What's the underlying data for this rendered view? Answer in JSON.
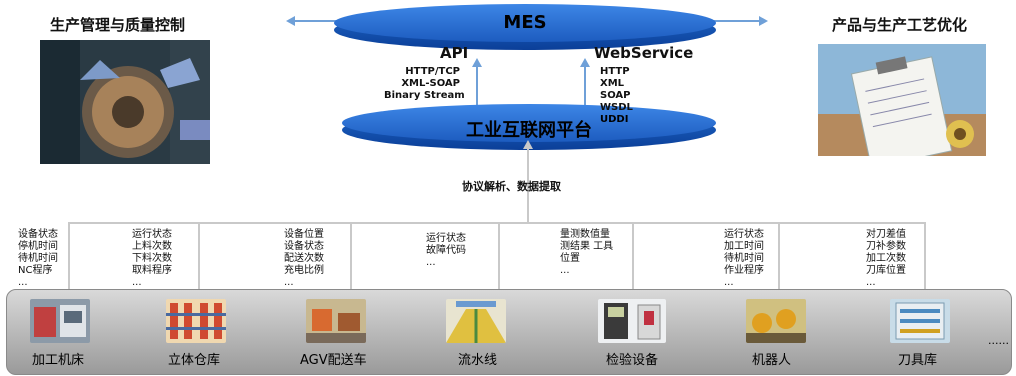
{
  "mes": {
    "label": "MES"
  },
  "platform": {
    "label": "工业互联网平台"
  },
  "api": {
    "title": "API",
    "protocols": [
      "HTTP/TCP",
      "XML-SOAP",
      "Binary Stream"
    ]
  },
  "webservice": {
    "title": "WebService",
    "protocols": [
      "HTTP",
      "XML",
      "SOAP",
      "WSDL",
      "UDDI"
    ]
  },
  "left_title": "生产管理与质量控制",
  "right_title": "产品与生产工艺优化",
  "protocol_label": "协议解析、数据提取",
  "device_info": [
    {
      "lines": [
        "设备状态",
        "停机时间",
        "待机时间",
        "NC程序",
        "..."
      ]
    },
    {
      "lines": [
        "运行状态",
        "上料次数",
        "下料次数",
        "取料程序",
        "..."
      ]
    },
    {
      "lines": [
        "设备位置",
        "设备状态",
        "配送次数",
        "充电比例",
        "..."
      ]
    },
    {
      "lines": [
        "运行状态",
        "故障代码",
        "..."
      ]
    },
    {
      "lines": [
        "量测数值量",
        "测结果 工具",
        "位置",
        "..."
      ]
    },
    {
      "lines": [
        "运行状态",
        "加工时间",
        "待机时间",
        "作业程序",
        "..."
      ]
    },
    {
      "lines": [
        "对刀差值",
        "刀补参数",
        "加工次数",
        "刀库位置",
        "..."
      ]
    }
  ],
  "equipment": [
    {
      "label": "加工机床",
      "icon": "machine-tool-photo"
    },
    {
      "label": "立体仓库",
      "icon": "warehouse-photo"
    },
    {
      "label": "AGV配送车",
      "icon": "agv-photo"
    },
    {
      "label": "流水线",
      "icon": "assembly-line-photo"
    },
    {
      "label": "检验设备",
      "icon": "inspection-photo"
    },
    {
      "label": "机器人",
      "icon": "robot-photo"
    },
    {
      "label": "刀具库",
      "icon": "tool-magazine-photo"
    }
  ],
  "more_label": "......",
  "colors": {
    "disc_dark": "#0b3f98",
    "disc_light": "#3d86e6",
    "arrow": "#6fa0d8",
    "bracket": "#c9c9c9"
  }
}
